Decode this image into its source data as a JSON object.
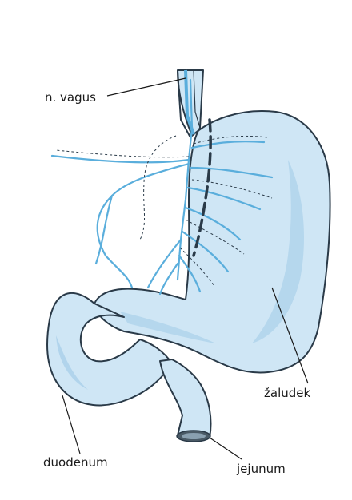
{
  "labels": {
    "vagus": "n. vagus",
    "stomach": "žaludek",
    "duodenum": "duodenum",
    "jejunum": "jejunum"
  },
  "colors": {
    "organ_fill": "#cfe6f5",
    "organ_outline": "#2a3a48",
    "nerve": "#5aaedc",
    "shadow": "#a9d0ea",
    "label_text": "#1a1a1a"
  },
  "icons": {
    "stomach": "stomach-illustration",
    "nerves": "vagus-nerve-branches",
    "vagotomy_line": "dashed-cut-line"
  }
}
